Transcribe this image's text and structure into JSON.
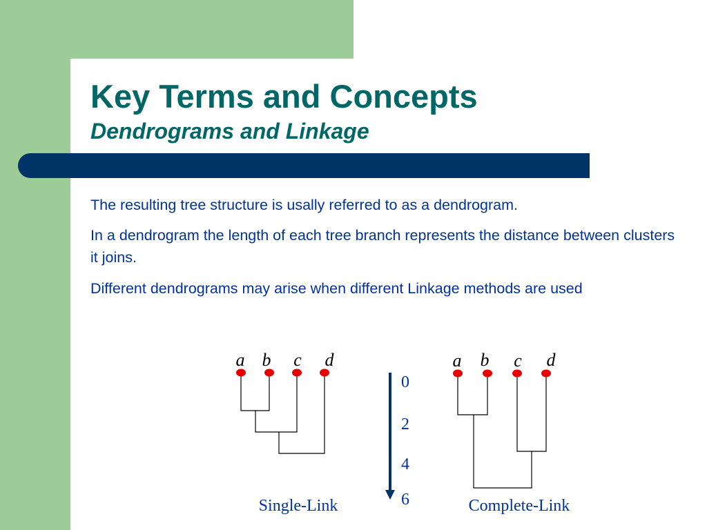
{
  "slide": {
    "title": "Key Terms and Concepts",
    "subtitle": "Dendrograms and Linkage",
    "paragraphs": [
      "The resulting tree structure is usally referred to as a dendrogram.",
      "In a dendrogram the length of each tree branch represents the distance between clusters it joins.",
      "Different dendrograms may arise when different Linkage methods are used"
    ]
  },
  "figure": {
    "leaf_labels": [
      "a",
      "b",
      "c",
      "d"
    ],
    "scale_ticks": [
      "0",
      "2",
      "4",
      "6"
    ],
    "single_link_caption": "Single-Link",
    "complete_link_caption": "Complete-Link"
  },
  "colors": {
    "side_green": "#9ccc97",
    "title_teal": "#006666",
    "rule_navy": "#003366",
    "text_blue": "#003399",
    "leaf_red": "#e60000"
  }
}
